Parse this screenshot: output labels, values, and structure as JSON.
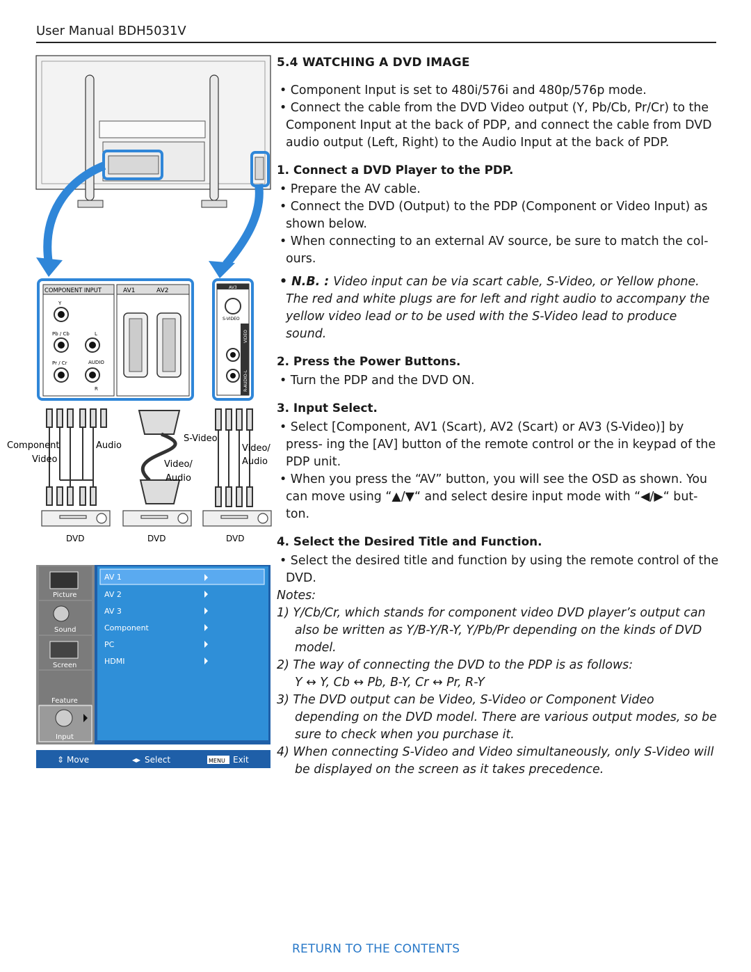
{
  "header": {
    "title": "User Manual BDH5031V"
  },
  "section": {
    "title": "5.4    WATCHING A DVD IMAGE"
  },
  "intro": [
    "• Component Input is set to 480i/576i and 480p/576p mode.",
    "• Connect the cable from the DVD Video output (Y, Pb/Cb, Pr/Cr) to the Component Input at the back of PDP, and connect the cable from DVD audio output (Left, Right) to the Audio Input at the back of PDP."
  ],
  "step1": {
    "title": "1. Connect a DVD Player to the PDP.",
    "items": [
      "• Prepare the AV cable.",
      "• Connect the DVD (Output) to the PDP (Component or Video Input) as shown below.",
      "• When connecting to an external AV source, be sure to match the col- ours."
    ],
    "nb_label": "• N.B. : ",
    "nb_text": "Video input can be via scart cable, S-Video, or Yellow phone. The red and white plugs are for left and right audio to accompany the yellow video lead or to be used with the S-Video lead to produce sound."
  },
  "step2": {
    "title": "2. Press the Power Buttons.",
    "items": [
      "• Turn the PDP and the DVD ON."
    ]
  },
  "step3": {
    "title": "3. Input Select.",
    "items": [
      "• Select [Component, AV1 (Scart), AV2 (Scart) or AV3 (S-Video)] by press- ing the [AV] button of the remote control or the in keypad of the PDP unit.",
      "• When you press the “AV” button, you will see the OSD as shown. You can move using “▲/▼“ and select desire input mode with “◀/▶“ but- ton."
    ]
  },
  "step4": {
    "title": "4. Select the Desired Title and Function.",
    "items": [
      "• Select the desired title and function by using the remote control of the DVD."
    ]
  },
  "notes": {
    "title": "Notes:",
    "n1": "1) Y/Cb/Cr, which stands for component video DVD player’s output can also be written as Y/B-Y/R-Y, Y/Pb/Pr depending on the kinds of DVD model.",
    "n2": "2) The way of connecting the DVD to the PDP is as follows:",
    "n2b": "Y ↔ Y, Cb ↔ Pb, B-Y, Cr ↔ Pr, R-Y",
    "n3": "3) The DVD output can be Video, S-Video or Component Video depending on the DVD model. There are various output modes, so be sure to check when you purchase it.",
    "n4": "4) When connecting S-Video and Video simultaneously, only S-Video will be displayed on the screen as it takes precedence."
  },
  "figure": {
    "panel_labels": {
      "component_input": "COMPONENT INPUT",
      "av1": "AV1",
      "av2": "AV2",
      "av3": "AV3",
      "y": "Y",
      "pb": "Pb / Cb",
      "pr": "Pr / Cr",
      "l": "L",
      "audio": "AUDIO",
      "r": "R",
      "svideo": "S-VIDEO",
      "video": "VIDEO",
      "raudiol": "R-AUDIO-L"
    },
    "cable_labels": {
      "component": "Component",
      "video": "Video",
      "audio": "Audio",
      "svideo": "S-Video",
      "video_audio_a": "Video/",
      "video_audio_b": "Audio",
      "video_audio_c": "Video/",
      "video_audio_d": "Audio"
    },
    "dvd": [
      "DVD",
      "DVD",
      "DVD"
    ]
  },
  "osd": {
    "sidebar": [
      {
        "label": "Picture",
        "icon": "tv-icon"
      },
      {
        "label": "Sound",
        "icon": "speaker-icon"
      },
      {
        "label": "Screen",
        "icon": "screen-icon"
      },
      {
        "label": "Feature",
        "icon": "feature-icon"
      },
      {
        "label": "Input",
        "icon": "gear-icon"
      }
    ],
    "items": [
      "AV 1",
      "AV 2",
      "AV 3",
      "Component",
      "PC",
      "HDMI"
    ],
    "selected": "AV 1",
    "footer": {
      "move": "Move",
      "select": "Select",
      "menu_key": "MENU",
      "exit": "Exit"
    },
    "colors": {
      "panel": "#2f8fd8",
      "frame": "#1f5fa8",
      "highlight": "#5aaaf0"
    }
  },
  "footer": {
    "link": "RETURN TO THE CONTENTS"
  }
}
